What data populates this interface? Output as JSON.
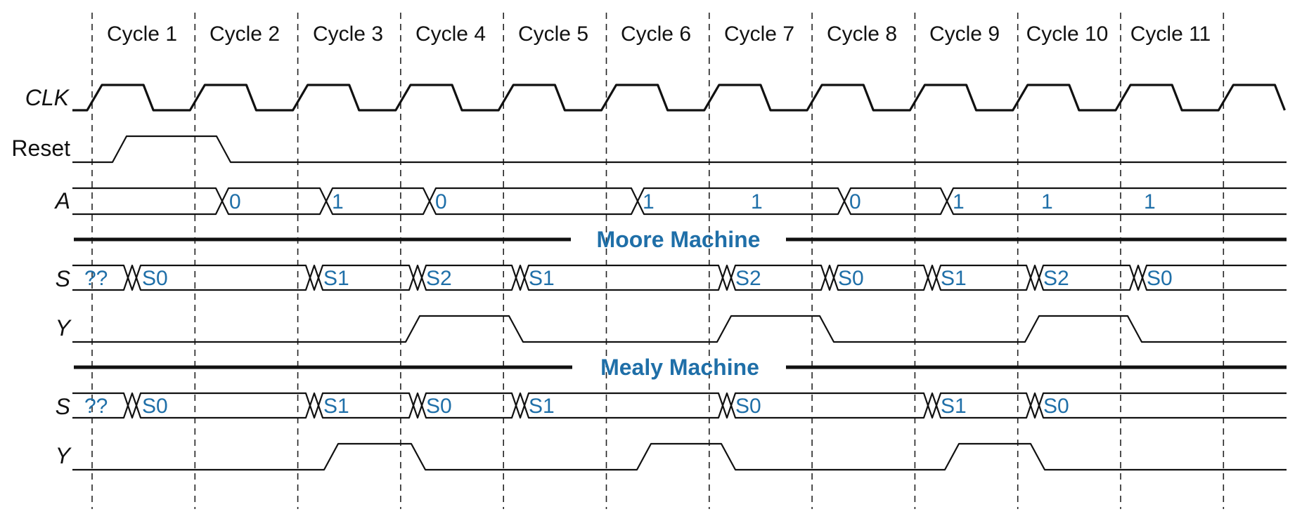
{
  "diagram": {
    "cycle_labels": [
      "Cycle 1",
      "Cycle 2",
      "Cycle 3",
      "Cycle 4",
      "Cycle 5",
      "Cycle 6",
      "Cycle 7",
      "Cycle 8",
      "Cycle 9",
      "Cycle 10",
      "Cycle 11"
    ],
    "signals": {
      "clk": "CLK",
      "reset": "Reset",
      "a": "A",
      "moore_s": "S",
      "moore_y": "Y",
      "mealy_s": "S",
      "mealy_y": "Y"
    },
    "sections": {
      "moore": "Moore Machine",
      "mealy": "Mealy Machine"
    },
    "a_values": [
      "0",
      "1",
      "0",
      "1",
      "1",
      "0",
      "1",
      "1",
      "1"
    ],
    "moore_states": [
      "??",
      "S0",
      "S1",
      "S2",
      "S1",
      "S2",
      "S0",
      "S1",
      "S2",
      "S0"
    ],
    "mealy_states": [
      "??",
      "S0",
      "S1",
      "S0",
      "S1",
      "S0",
      "S1",
      "S0"
    ]
  },
  "colors": {
    "value_text": "#1f6fa8",
    "line": "#111111"
  }
}
